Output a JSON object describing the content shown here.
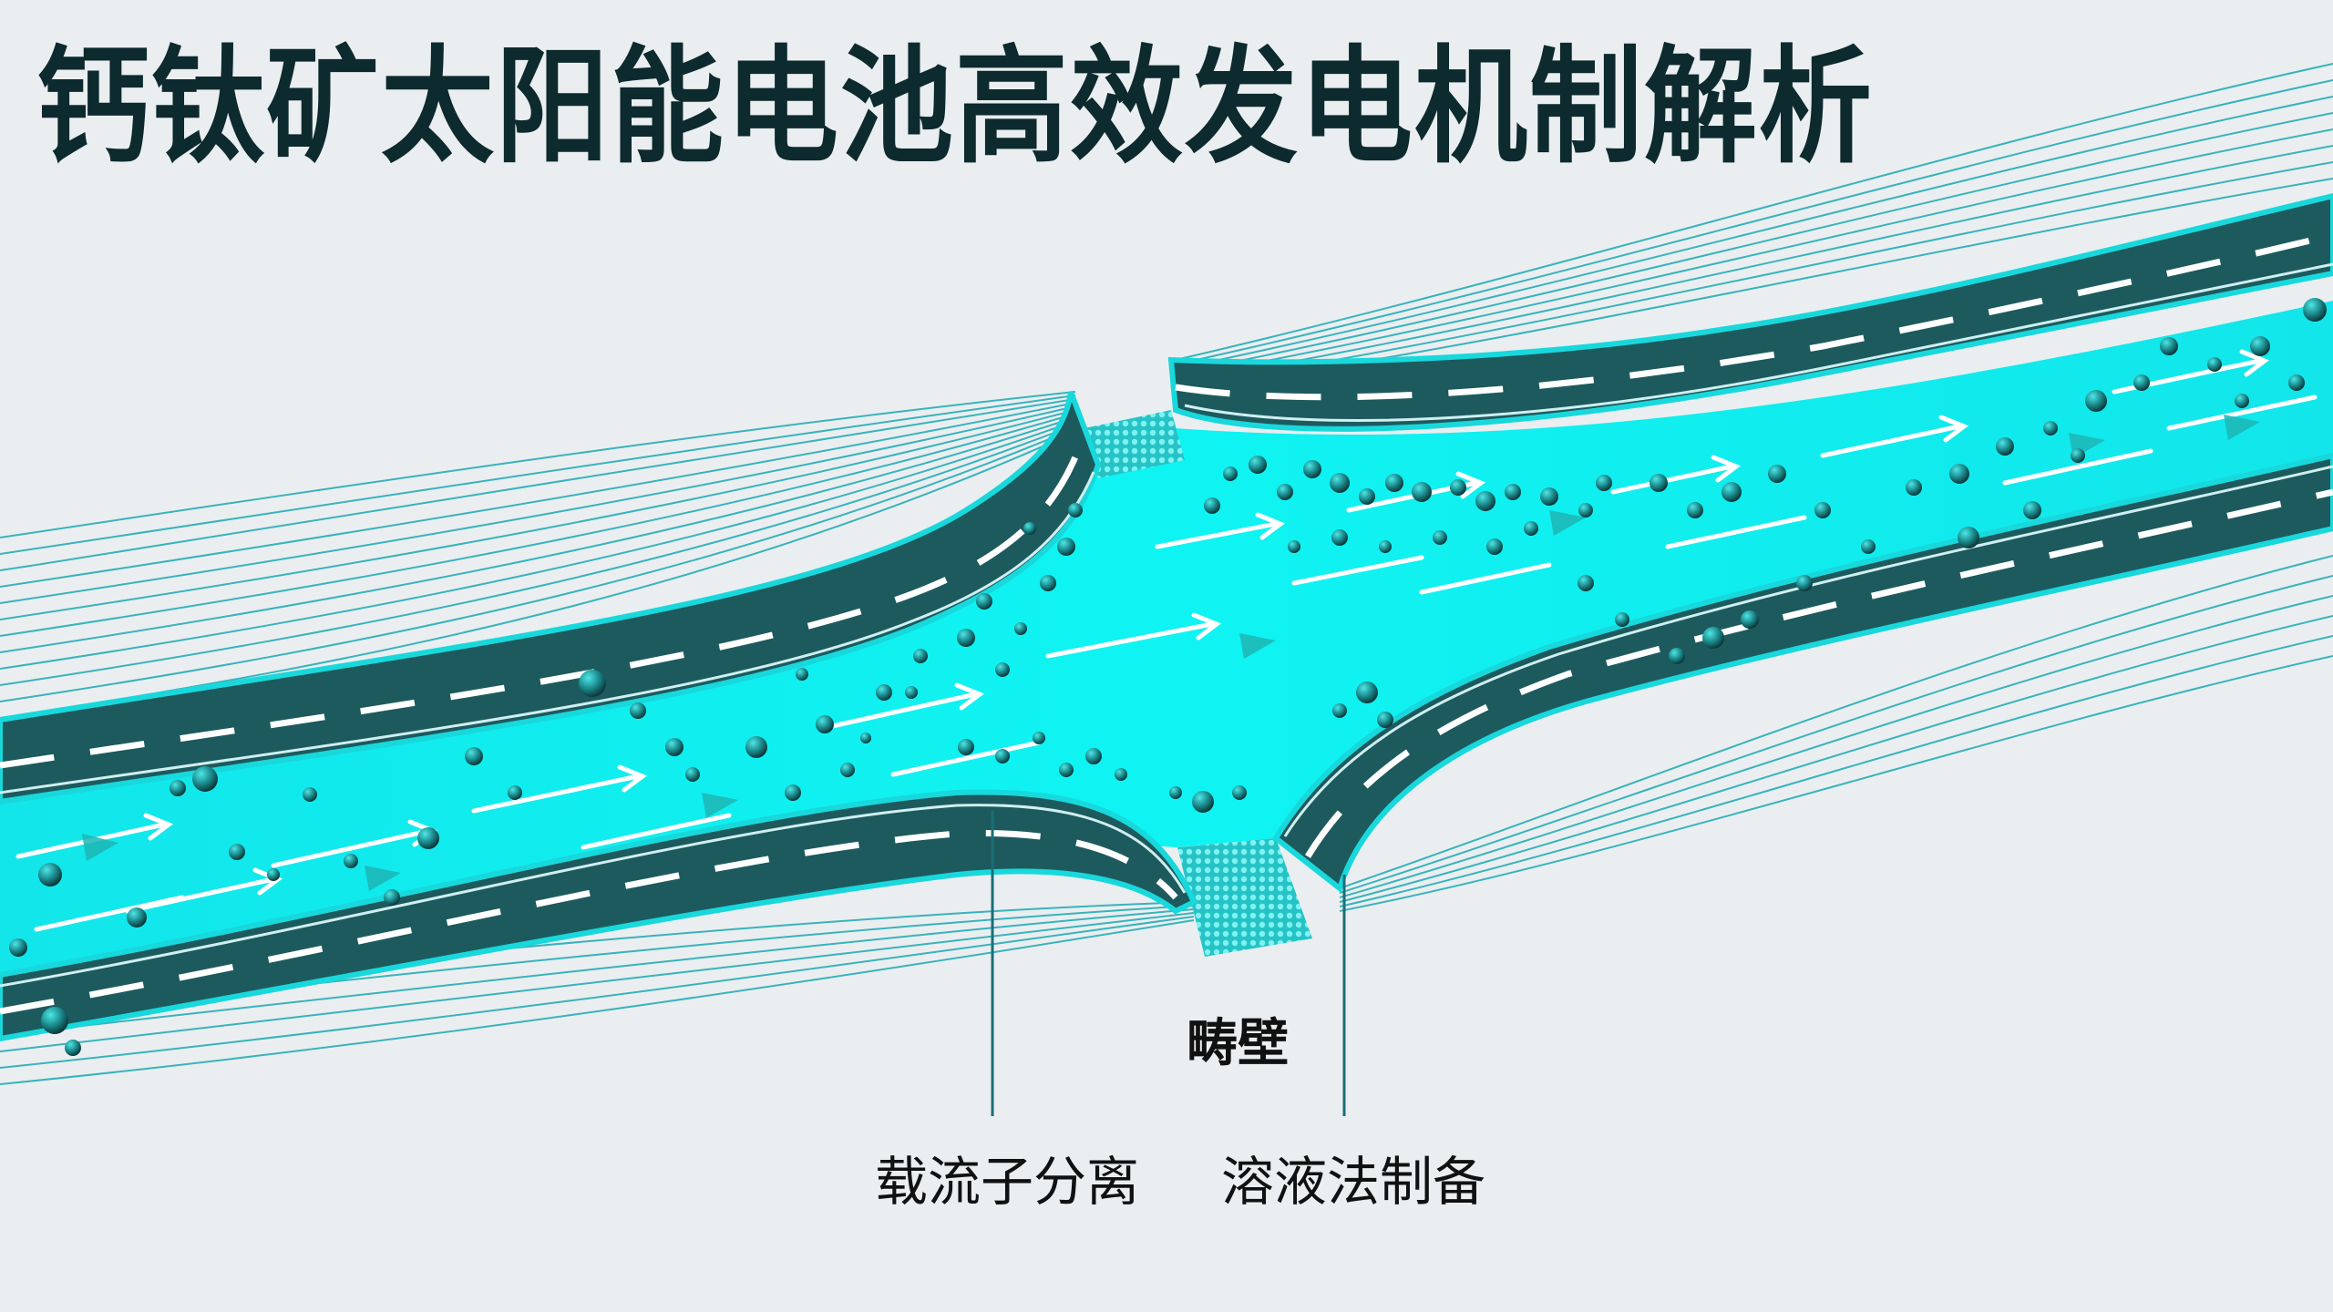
{
  "title": "钙钛矿太阳能电池高效发电机制解析",
  "labels": {
    "domain_wall": "畴壁",
    "carrier_separation": "载流子分离",
    "solution_processing": "溶液法制备"
  },
  "colors": {
    "background": "#eaeef0",
    "title_text": "#0d2a2e",
    "road_dark": "#1d5a5e",
    "channel_cyan": "#10eeee",
    "edge_cyan": "#18d8dc",
    "fan_lines": "#1aa9b3",
    "particles": "#1c6f70",
    "arrows": "#ffffff",
    "arrow_tips": "#1fb5b5"
  },
  "icons": {
    "particles": "sphere-particle-icon",
    "flow": "flow-arrow-icon",
    "wall_texture": "dotted-grid-texture"
  }
}
